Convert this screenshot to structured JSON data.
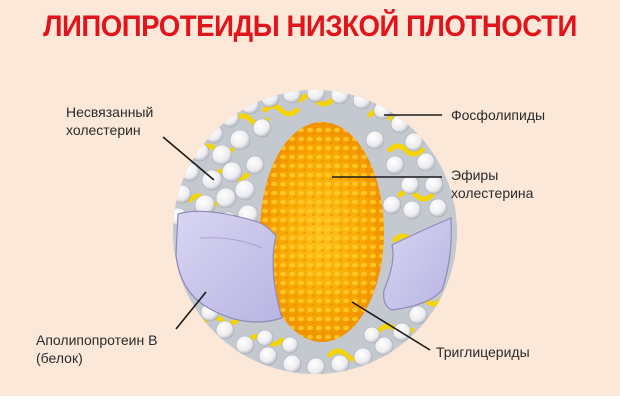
{
  "title": "ЛИПОПРОТЕИДЫ НИЗКОЙ ПЛОТНОСТИ",
  "labels": {
    "free_cholesterol": {
      "line1": "Несвязанный",
      "line2": "холестерин"
    },
    "phospholipids": {
      "line1": "Фосфолипиды"
    },
    "cholesterol_esters": {
      "line1": "Эфиры",
      "line2": "холестерина"
    },
    "apolipoprotein": {
      "line1": "Аполипопротеин В",
      "line2": "(белок)"
    },
    "triglycerides": {
      "line1": "Триглицериды"
    }
  },
  "colors": {
    "background": "#fbe8d8",
    "title": "#e2141b",
    "phospholipid_heads": "#f4f4f6",
    "fatty_tails": "#f5d400",
    "core": "#f6a800",
    "protein": "#c9c5ea",
    "leader_line": "#1a1a1a"
  }
}
